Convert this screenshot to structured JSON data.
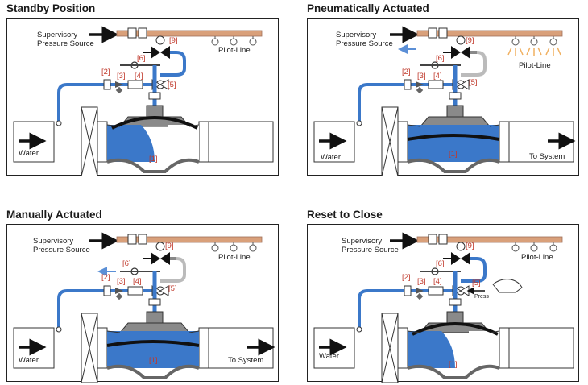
{
  "panels": [
    {
      "title": "Standby Position",
      "supervisory": "Supervisory",
      "pressure_source": "Pressure Source",
      "pilot_line": "Pilot-Line",
      "water": "Water",
      "to_system": "",
      "press": "",
      "labels": {
        "l1": "[1]",
        "l2": "[2]",
        "l3": "[3]",
        "l4": "[4]",
        "l5": "[5]",
        "l6": "[6]",
        "l9": "[9]"
      }
    },
    {
      "title": "Pneumatically Actuated",
      "supervisory": "Supervisory",
      "pressure_source": "Pressure Source",
      "pilot_line": "Pilot-Line",
      "water": "Water",
      "to_system": "To System",
      "press": "",
      "labels": {
        "l1": "[1]",
        "l2": "[2]",
        "l3": "[3]",
        "l4": "[4]",
        "l5": "[5]",
        "l6": "[6]",
        "l9": "[9]"
      }
    },
    {
      "title": "Manually Actuated",
      "supervisory": "Supervisory",
      "pressure_source": "Pressure Source",
      "pilot_line": "Pilot-Line",
      "water": "Water",
      "to_system": "To System",
      "press": "",
      "labels": {
        "l1": "[1]",
        "l2": "[2]",
        "l3": "[3]",
        "l4": "[4]",
        "l5": "[5]",
        "l6": "[6]",
        "l9": "[9]"
      }
    },
    {
      "title": "Reset to Close",
      "supervisory": "Supervisory",
      "pressure_source": "Pressure Source",
      "pilot_line": "Pilot-Line",
      "water": "Water",
      "to_system": "",
      "press": "Press",
      "labels": {
        "l1": "[1]",
        "l2": "[2]",
        "l3": "[3]",
        "l4": "[4]",
        "l5": "[5]",
        "l6": "[6]",
        "l9": "[9]"
      }
    }
  ],
  "colors": {
    "water": "#3b78c9",
    "pilot_pipe": "#d9a07a",
    "label_red": "#c0392b",
    "body_grey": "#8a8a8a"
  }
}
